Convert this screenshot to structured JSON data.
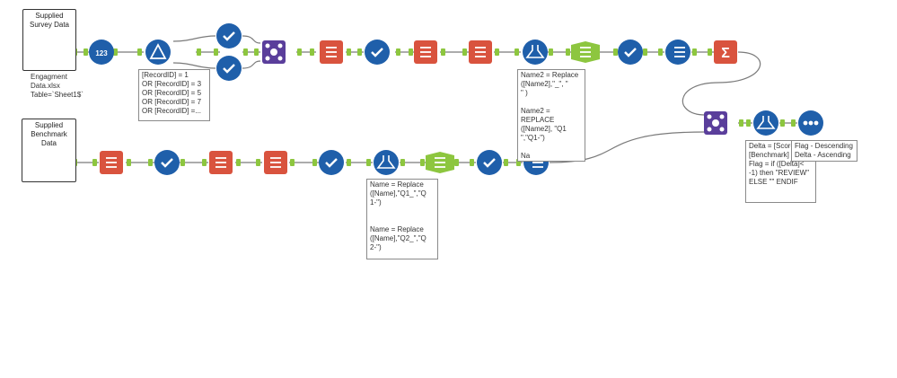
{
  "inputs": {
    "survey": {
      "label": "Supplied\nSurvey Data"
    },
    "benchmark": {
      "label": "Supplied\nBenchmark\nData"
    }
  },
  "annotations": {
    "survey_file": "Engagment\nData.xlsx\nTable=`Sheet1$`",
    "filter_expr": "[RecordID] = 1\nOR [RecordID] = 3\nOR [RecordID] = 5\nOR [RecordID] = 7\nOR [RecordID] =...",
    "formula_top": "Name2 = Replace\n([Name2],\"_\", \"\n\" )\n\nName2 =\nREPLACE\n([Name2], \"Q1\n\",\"Q1-\")\n\nNa",
    "formula_bottom": "Name = Replace\n([Name],\"Q1_\",\"Q\n1-\")\n\n\nName = Replace\n([Name],\"Q2_\",\"Q\n2-\")",
    "formula_delta": "Delta = [Score]\n[Benchmark]\nFlag = if ([Delta]<\n-1) then \"REVIEW\"\nELSE \"\" ENDIF",
    "sort": "Flag - Descending\nDelta - Ascending"
  },
  "tool_icons": [
    "input-book-icon",
    "record-id-icon",
    "filter-icon",
    "select-check-icon",
    "join-icon",
    "crosstab-icon",
    "dynamic-rename-icon",
    "formula-flask-icon",
    "text-to-columns-icon",
    "multi-row-icon",
    "summarize-sigma-icon",
    "browse-icon"
  ],
  "colors": {
    "blue": "#1f5faa",
    "red": "#d9533e",
    "green": "#8dc63f",
    "purple": "#5a3e9b",
    "teal": "#1c8c8c",
    "connector": "#7a7a7a"
  }
}
